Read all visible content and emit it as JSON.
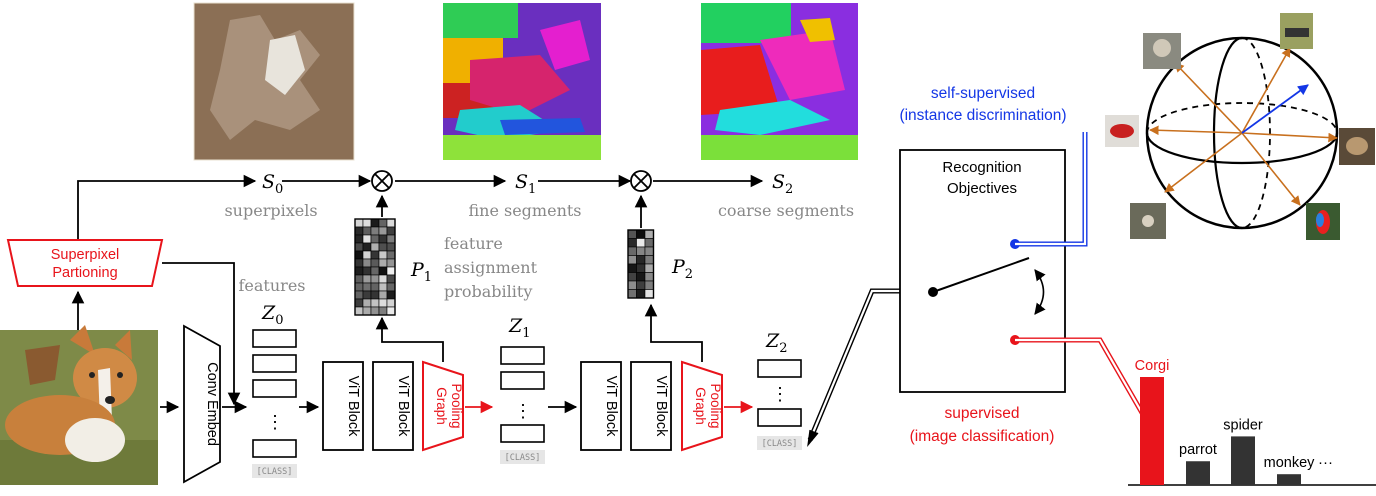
{
  "diagram": {
    "superpixel_box": {
      "line1": "Superpixel",
      "line2": "Partioning"
    },
    "s0": {
      "sym": "S",
      "sub": "0",
      "caption": "superpixels"
    },
    "s1": {
      "sym": "S",
      "sub": "1",
      "caption": "fine segments"
    },
    "s2": {
      "sym": "S",
      "sub": "2",
      "caption": "coarse segments"
    },
    "p1": {
      "sym": "P",
      "sub": "1"
    },
    "p2": {
      "sym": "P",
      "sub": "2"
    },
    "p_caption": {
      "line1": "feature",
      "line2": "assignment",
      "line3": "probability"
    },
    "features_caption": "features",
    "z0": {
      "sym": "Z",
      "sub": "0"
    },
    "z1": {
      "sym": "Z",
      "sub": "1"
    },
    "z2": {
      "sym": "Z",
      "sub": "2"
    },
    "dots": "⋮",
    "class_token": "[CLASS]",
    "conv_embed": "Conv Embed",
    "vit_block": "ViT Block",
    "graph_pooling": {
      "line1": "Graph",
      "line2": "Pooling"
    },
    "objectives": {
      "line1": "Recognition",
      "line2": "Objectives"
    },
    "self_supervised": {
      "line1": "self-supervised",
      "line2": "(instance discrimination)"
    },
    "supervised": {
      "line1": "supervised",
      "line2": "(image classification)"
    },
    "colors": {
      "red": "#e8141b",
      "blue": "#1437e6",
      "orange": "#c8701e",
      "gray": "#888888"
    }
  },
  "chart_data": {
    "type": "bar",
    "categories": [
      "Corgi",
      "parrot",
      "spider",
      "monkey"
    ],
    "values": [
      1.0,
      0.22,
      0.45,
      0.1
    ],
    "ellipsis": "···",
    "highlight": "Corgi"
  }
}
